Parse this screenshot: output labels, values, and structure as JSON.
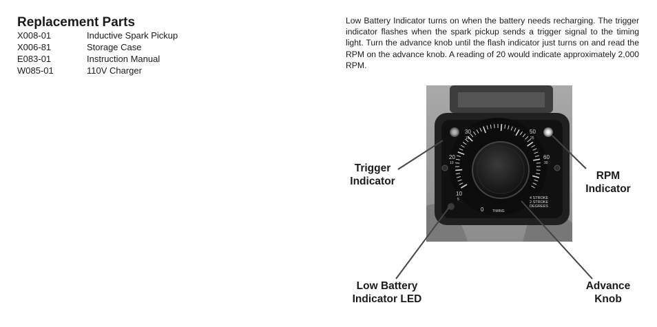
{
  "parts_section": {
    "title": "Replacement Parts",
    "items": [
      {
        "code": "X008-01",
        "name": "Inductive Spark Pickup"
      },
      {
        "code": "X006-81",
        "name": "Storage Case"
      },
      {
        "code": "E083-01",
        "name": "Instruction Manual"
      },
      {
        "code": "W085-01",
        "name": "110V Charger"
      }
    ]
  },
  "description": "Low Battery Indicator turns on when the battery needs recharging. The trigger indicator flashes when the spark pickup sends a trigger signal to the timing light. Turn the advance knob until the flash indicator just turns on and read the RPM on the advance knob. A reading of 20 would indicate approximately 2,000 RPM.",
  "dial": {
    "scale_top": [
      "30",
      "15",
      "50",
      "25"
    ],
    "scale_left": [
      "20",
      "10"
    ],
    "scale_right": [
      "60",
      "30"
    ],
    "scale_bottom": [
      "10",
      "5",
      "0"
    ],
    "stroke_1": "4 STROKE",
    "stroke_2": "2 STROKE",
    "degrees": "DEGREES",
    "timing": "TIMING"
  },
  "labels": {
    "trigger_1": "Trigger",
    "trigger_2": "Indicator",
    "rpm_1": "RPM",
    "rpm_2": "Indicator",
    "battery_1": "Low Battery",
    "battery_2": "Indicator LED",
    "advance_1": "Advance",
    "advance_2": "Knob"
  }
}
